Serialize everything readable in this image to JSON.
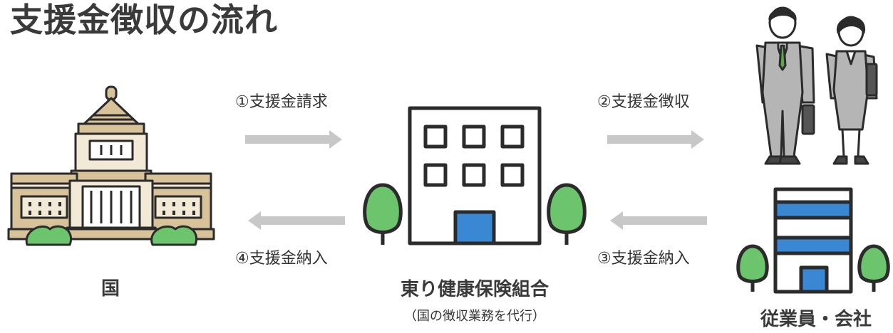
{
  "title": "支援金徴収の流れ",
  "nodes": {
    "country": {
      "label": "国"
    },
    "insurer": {
      "label": "東り健康保険組合",
      "sub": "（国の徴収業務を代行）"
    },
    "employees": {
      "label": "従業員・会社"
    }
  },
  "steps": {
    "step1": "①支援金請求",
    "step2": "②支援金徴収",
    "step3": "③支援金納入",
    "step4": "④支援金納入"
  },
  "colors": {
    "arrow": "#c8c8c8",
    "outline": "#2b2b2b",
    "tree": "#6cc46c",
    "window_blue": "#3a87d4",
    "building_tan": "#d8c29a",
    "building_light": "#f2ead6",
    "suit_gray": "#b5b5b5",
    "tie_green": "#5aa84a"
  }
}
